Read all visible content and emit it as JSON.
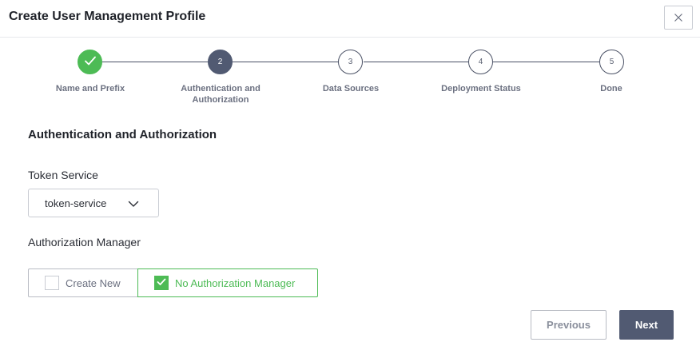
{
  "dialog": {
    "title": "Create User Management Profile",
    "close_icon": "close-icon"
  },
  "stepper": {
    "steps": [
      {
        "number": "1",
        "label": "Name and Prefix",
        "state": "done",
        "icon": "check-icon"
      },
      {
        "number": "2",
        "label": "Authentication and Authorization",
        "state": "active"
      },
      {
        "number": "3",
        "label": "Data Sources",
        "state": "pending"
      },
      {
        "number": "4",
        "label": "Deployment Status",
        "state": "pending"
      },
      {
        "number": "5",
        "label": "Done",
        "state": "pending"
      }
    ]
  },
  "section": {
    "title": "Authentication and Authorization"
  },
  "token_service": {
    "label": "Token Service",
    "value": "token-service",
    "icon": "chevron-down-icon"
  },
  "authorization_manager": {
    "label": "Authorization Manager",
    "options": [
      {
        "label": "Create New",
        "checked": false
      },
      {
        "label": "No Authorization Manager",
        "checked": true
      }
    ]
  },
  "footer": {
    "previous_label": "Previous",
    "next_label": "Next"
  },
  "colors": {
    "success": "#4dbb55",
    "primary": "#515a72",
    "border": "#c9ccd3"
  }
}
